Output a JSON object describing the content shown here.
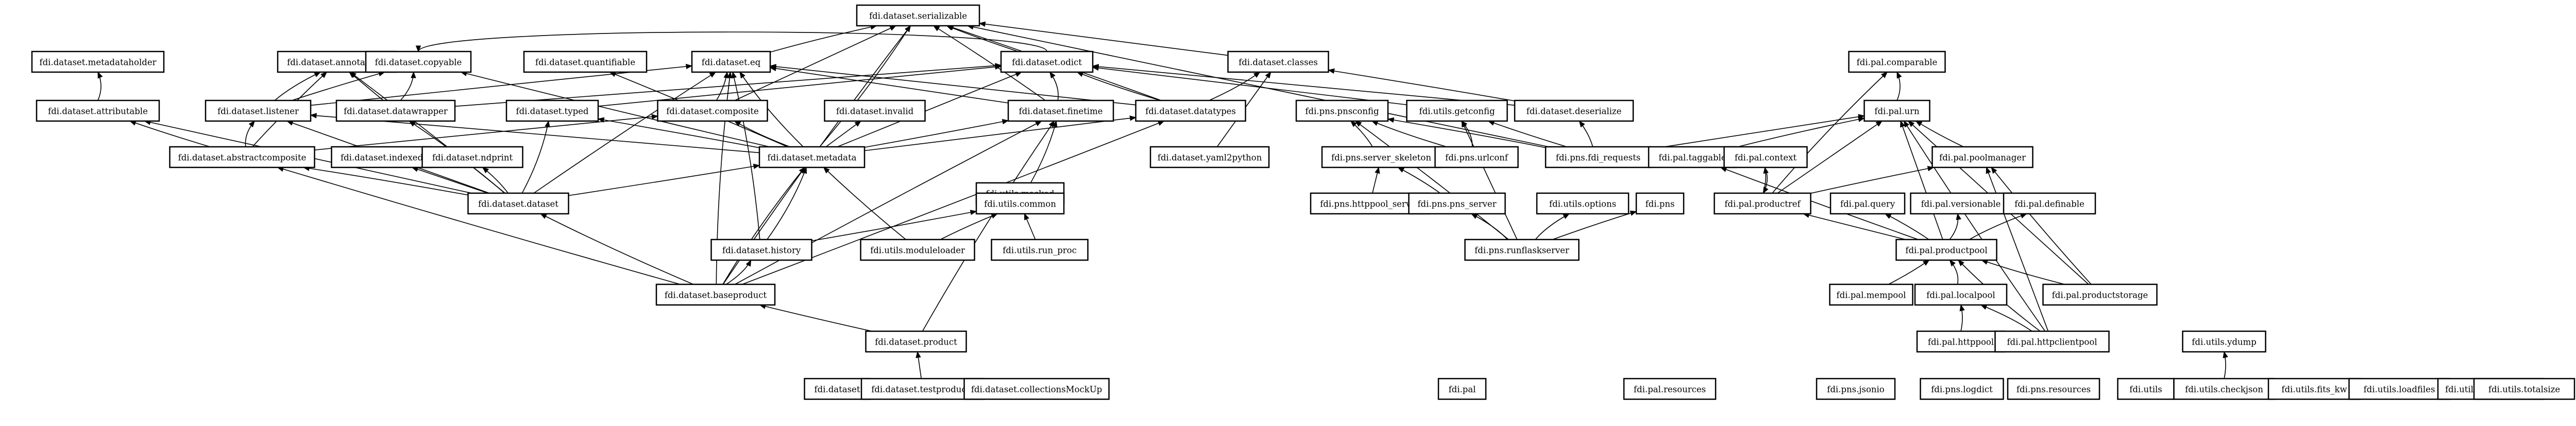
{
  "diagram": {
    "nodes": [
      {
        "id": "serializable",
        "label": "fdi.dataset.serializable"
      },
      {
        "id": "metadataholder",
        "label": "fdi.dataset.metadataholder"
      },
      {
        "id": "attributable",
        "label": "fdi.dataset.attributable"
      },
      {
        "id": "annotatable",
        "label": "fdi.dataset.annotatable"
      },
      {
        "id": "copyable",
        "label": "fdi.dataset.copyable"
      },
      {
        "id": "quantifiable",
        "label": "fdi.dataset.quantifiable"
      },
      {
        "id": "eq",
        "label": "fdi.dataset.eq"
      },
      {
        "id": "odict",
        "label": "fdi.dataset.odict"
      },
      {
        "id": "classes",
        "label": "fdi.dataset.classes"
      },
      {
        "id": "listener",
        "label": "fdi.dataset.listener"
      },
      {
        "id": "datawrapper",
        "label": "fdi.dataset.datawrapper"
      },
      {
        "id": "typed",
        "label": "fdi.dataset.typed"
      },
      {
        "id": "composite",
        "label": "fdi.dataset.composite"
      },
      {
        "id": "invalid",
        "label": "fdi.dataset.invalid"
      },
      {
        "id": "finetime",
        "label": "fdi.dataset.finetime"
      },
      {
        "id": "datatypes",
        "label": "fdi.dataset.datatypes"
      },
      {
        "id": "abstractcomposite",
        "label": "fdi.dataset.abstractcomposite"
      },
      {
        "id": "metadata",
        "label": "fdi.dataset.metadata"
      },
      {
        "id": "indexed",
        "label": "fdi.dataset.indexed"
      },
      {
        "id": "ndprint",
        "label": "fdi.dataset.ndprint"
      },
      {
        "id": "yaml2python",
        "label": "fdi.dataset.yaml2python"
      },
      {
        "id": "dataset",
        "label": "fdi.dataset.dataset"
      },
      {
        "id": "masked",
        "label": "fdi.utils.masked"
      },
      {
        "id": "common",
        "label": "fdi.utils.common"
      },
      {
        "id": "history",
        "label": "fdi.dataset.history"
      },
      {
        "id": "moduleloader",
        "label": "fdi.utils.moduleloader"
      },
      {
        "id": "run_proc",
        "label": "fdi.utils.run_proc"
      },
      {
        "id": "baseproduct",
        "label": "fdi.dataset.baseproduct"
      },
      {
        "id": "product",
        "label": "fdi.dataset.product"
      },
      {
        "id": "ds_pkg",
        "label": "fdi.dataset"
      },
      {
        "id": "testproducts",
        "label": "fdi.dataset.testproducts"
      },
      {
        "id": "collectionsmockup",
        "label": "fdi.dataset.collectionsMockUp"
      },
      {
        "id": "pnsconfig",
        "label": "fdi.pns.pnsconfig"
      },
      {
        "id": "getconfig",
        "label": "fdi.utils.getconfig"
      },
      {
        "id": "deserialize",
        "label": "fdi.dataset.deserialize"
      },
      {
        "id": "server_skeleton",
        "label": "fdi.pns.server_skeleton"
      },
      {
        "id": "urlconf",
        "label": "fdi.pns.urlconf"
      },
      {
        "id": "fdi_requests",
        "label": "fdi.pns.fdi_requests"
      },
      {
        "id": "httppool_server",
        "label": "fdi.pns.httppool_server"
      },
      {
        "id": "pns_server",
        "label": "fdi.pns.pns_server"
      },
      {
        "id": "options",
        "label": "fdi.utils.options"
      },
      {
        "id": "pns_pkg",
        "label": "fdi.pns"
      },
      {
        "id": "runflaskserver",
        "label": "fdi.pns.runflaskserver"
      },
      {
        "id": "comparable",
        "label": "fdi.pal.comparable"
      },
      {
        "id": "urn",
        "label": "fdi.pal.urn"
      },
      {
        "id": "taggable",
        "label": "fdi.pal.taggable"
      },
      {
        "id": "context",
        "label": "fdi.pal.context"
      },
      {
        "id": "poolmanager",
        "label": "fdi.pal.poolmanager"
      },
      {
        "id": "productref",
        "label": "fdi.pal.productref"
      },
      {
        "id": "query",
        "label": "fdi.pal.query"
      },
      {
        "id": "versionable",
        "label": "fdi.pal.versionable"
      },
      {
        "id": "definable",
        "label": "fdi.pal.definable"
      },
      {
        "id": "productpool",
        "label": "fdi.pal.productpool"
      },
      {
        "id": "mempool",
        "label": "fdi.pal.mempool"
      },
      {
        "id": "localpool",
        "label": "fdi.pal.localpool"
      },
      {
        "id": "productstorage",
        "label": "fdi.pal.productstorage"
      },
      {
        "id": "httppool",
        "label": "fdi.pal.httppool"
      },
      {
        "id": "httpclientpool",
        "label": "fdi.pal.httpclientpool"
      },
      {
        "id": "ydump",
        "label": "fdi.utils.ydump"
      },
      {
        "id": "pal_pkg",
        "label": "fdi.pal"
      },
      {
        "id": "pal_resources",
        "label": "fdi.pal.resources"
      },
      {
        "id": "jsonio",
        "label": "fdi.pns.jsonio"
      },
      {
        "id": "logdict",
        "label": "fdi.pns.logdict"
      },
      {
        "id": "pns_resources",
        "label": "fdi.pns.resources"
      },
      {
        "id": "utils_pkg",
        "label": "fdi.utils"
      },
      {
        "id": "checkjson",
        "label": "fdi.utils.checkjson"
      },
      {
        "id": "fits_kw",
        "label": "fdi.utils.fits_kw"
      },
      {
        "id": "loadfiles",
        "label": "fdi.utils.loadfiles"
      },
      {
        "id": "monokaimod",
        "label": "fdi.utils.monokaimod"
      },
      {
        "id": "totalsize",
        "label": "fdi.utils.totalsize"
      }
    ],
    "edges": [
      [
        "eq",
        "serializable"
      ],
      [
        "odict",
        "serializable"
      ],
      [
        "classes",
        "serializable"
      ],
      [
        "finetime",
        "serializable"
      ],
      [
        "metadata",
        "serializable"
      ],
      [
        "baseproduct",
        "serializable"
      ],
      [
        "fdi_requests",
        "serializable"
      ],
      [
        "composite",
        "serializable"
      ],
      [
        "datatypes",
        "serializable"
      ],
      [
        "attributable",
        "metadataholder"
      ],
      [
        "listener",
        "annotatable"
      ],
      [
        "abstractcomposite",
        "annotatable"
      ],
      [
        "datawrapper",
        "annotatable"
      ],
      [
        "dataset",
        "annotatable"
      ],
      [
        "datawrapper",
        "copyable"
      ],
      [
        "metadata",
        "copyable"
      ],
      [
        "listener",
        "copyable"
      ],
      [
        "odict",
        "copyable"
      ],
      [
        "metadata",
        "quantifiable"
      ],
      [
        "listener",
        "eq"
      ],
      [
        "metadata",
        "eq"
      ],
      [
        "finetime",
        "eq"
      ],
      [
        "datatypes",
        "eq"
      ],
      [
        "composite",
        "eq"
      ],
      [
        "history",
        "eq"
      ],
      [
        "baseproduct",
        "eq"
      ],
      [
        "dataset",
        "eq"
      ],
      [
        "metadata",
        "odict"
      ],
      [
        "datawrapper",
        "odict"
      ],
      [
        "finetime",
        "odict"
      ],
      [
        "datatypes",
        "odict"
      ],
      [
        "typed",
        "odict"
      ],
      [
        "yaml2python",
        "classes"
      ],
      [
        "deserialize",
        "classes"
      ],
      [
        "datatypes",
        "classes"
      ],
      [
        "abstractcomposite",
        "listener"
      ],
      [
        "metadata",
        "listener"
      ],
      [
        "dataset",
        "listener"
      ],
      [
        "metadata",
        "typed"
      ],
      [
        "dataset",
        "typed"
      ],
      [
        "metadata",
        "composite"
      ],
      [
        "abstractcomposite",
        "composite"
      ],
      [
        "metadata",
        "invalid"
      ],
      [
        "metadata",
        "finetime"
      ],
      [
        "common",
        "finetime"
      ],
      [
        "product",
        "finetime"
      ],
      [
        "baseproduct",
        "finetime"
      ],
      [
        "metadata",
        "datatypes"
      ],
      [
        "baseproduct",
        "datatypes"
      ],
      [
        "dataset",
        "abstractcomposite"
      ],
      [
        "baseproduct",
        "abstractcomposite"
      ],
      [
        "abstractcomposite",
        "attributable"
      ],
      [
        "dataset",
        "attributable"
      ],
      [
        "dataset",
        "metadata"
      ],
      [
        "history",
        "metadata"
      ],
      [
        "baseproduct",
        "metadata"
      ],
      [
        "moduleloader",
        "metadata"
      ],
      [
        "dataset",
        "indexed"
      ],
      [
        "dataset",
        "ndprint"
      ],
      [
        "dataset",
        "datawrapper"
      ],
      [
        "common",
        "masked"
      ],
      [
        "moduleloader",
        "common"
      ],
      [
        "run_proc",
        "common"
      ],
      [
        "history",
        "common"
      ],
      [
        "baseproduct",
        "history"
      ],
      [
        "baseproduct",
        "dataset"
      ],
      [
        "product",
        "baseproduct"
      ],
      [
        "testproducts",
        "product"
      ],
      [
        "server_skeleton",
        "pnsconfig"
      ],
      [
        "urlconf",
        "getconfig"
      ],
      [
        "urlconf",
        "pnsconfig"
      ],
      [
        "fdi_requests",
        "getconfig"
      ],
      [
        "fdi_requests",
        "urn"
      ],
      [
        "fdi_requests",
        "deserialize"
      ],
      [
        "fdi_requests",
        "pnsconfig"
      ],
      [
        "deserialize",
        "odict"
      ],
      [
        "getconfig",
        "odict"
      ],
      [
        "httppool_server",
        "server_skeleton"
      ],
      [
        "pns_server",
        "server_skeleton"
      ],
      [
        "runflaskserver",
        "pns_server"
      ],
      [
        "runflaskserver",
        "options"
      ],
      [
        "runflaskserver",
        "pns_pkg"
      ],
      [
        "runflaskserver",
        "getconfig"
      ],
      [
        "runflaskserver",
        "pnsconfig"
      ],
      [
        "urn",
        "comparable"
      ],
      [
        "taggable",
        "urn"
      ],
      [
        "poolmanager",
        "urn"
      ],
      [
        "productref",
        "urn"
      ],
      [
        "productref",
        "context"
      ],
      [
        "context",
        "productref"
      ],
      [
        "productref",
        "comparable"
      ],
      [
        "productref",
        "poolmanager"
      ],
      [
        "productpool",
        "productref"
      ],
      [
        "productpool",
        "query"
      ],
      [
        "productpool",
        "versionable"
      ],
      [
        "productpool",
        "definable"
      ],
      [
        "productpool",
        "taggable"
      ],
      [
        "productpool",
        "urn"
      ],
      [
        "mempool",
        "productpool"
      ],
      [
        "localpool",
        "productpool"
      ],
      [
        "productstorage",
        "productpool"
      ],
      [
        "productstorage",
        "poolmanager"
      ],
      [
        "productstorage",
        "urn"
      ],
      [
        "httppool",
        "localpool"
      ],
      [
        "httpclientpool",
        "localpool"
      ],
      [
        "httpclientpool",
        "productpool"
      ],
      [
        "httpclientpool",
        "urn"
      ],
      [
        "httpclientpool",
        "poolmanager"
      ],
      [
        "checkjson",
        "ydump"
      ]
    ]
  }
}
